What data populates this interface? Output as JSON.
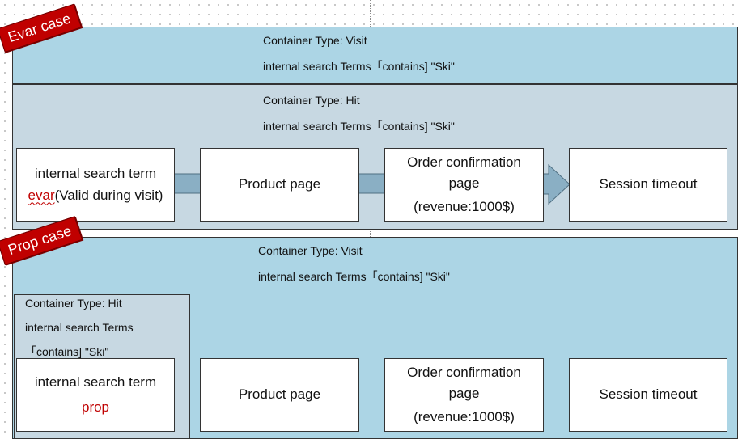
{
  "evar_case": {
    "label": "Evar case",
    "visit_type": "Container Type: Visit",
    "visit_rule": "internal search Terms「contains] \"Ski\"",
    "hit_type": "Container Type: Hit",
    "hit_rule": "internal search Terms「contains] \"Ski\"",
    "nodes": {
      "search_line1": "internal search term",
      "search_evar": "evar",
      "search_evar_rest": "(Valid during visit)",
      "product": "Product page",
      "order_line1": "Order confirmation",
      "order_line2": "page",
      "order_line3": "(revenue:1000$)",
      "session": "Session timeout"
    }
  },
  "prop_case": {
    "label": "Prop case",
    "visit_type": "Container Type: Visit",
    "visit_rule": "internal search Terms「contains] \"Ski\"",
    "hit_type": "Container Type: Hit",
    "hit_rule_line1": "internal search Terms",
    "hit_rule_line2": "「contains] \"Ski\"",
    "nodes": {
      "search_line1": "internal search term",
      "search_prop": "prop",
      "product": "Product page",
      "order_line1": "Order confirmation",
      "order_line2": "page",
      "order_line3": "(revenue:1000$)",
      "session": "Session timeout"
    }
  },
  "colors": {
    "visit_container": "#acd5e5",
    "hit_container": "#c7d8e2",
    "arrow": "#8aafc4",
    "label_red": "#c00000"
  }
}
